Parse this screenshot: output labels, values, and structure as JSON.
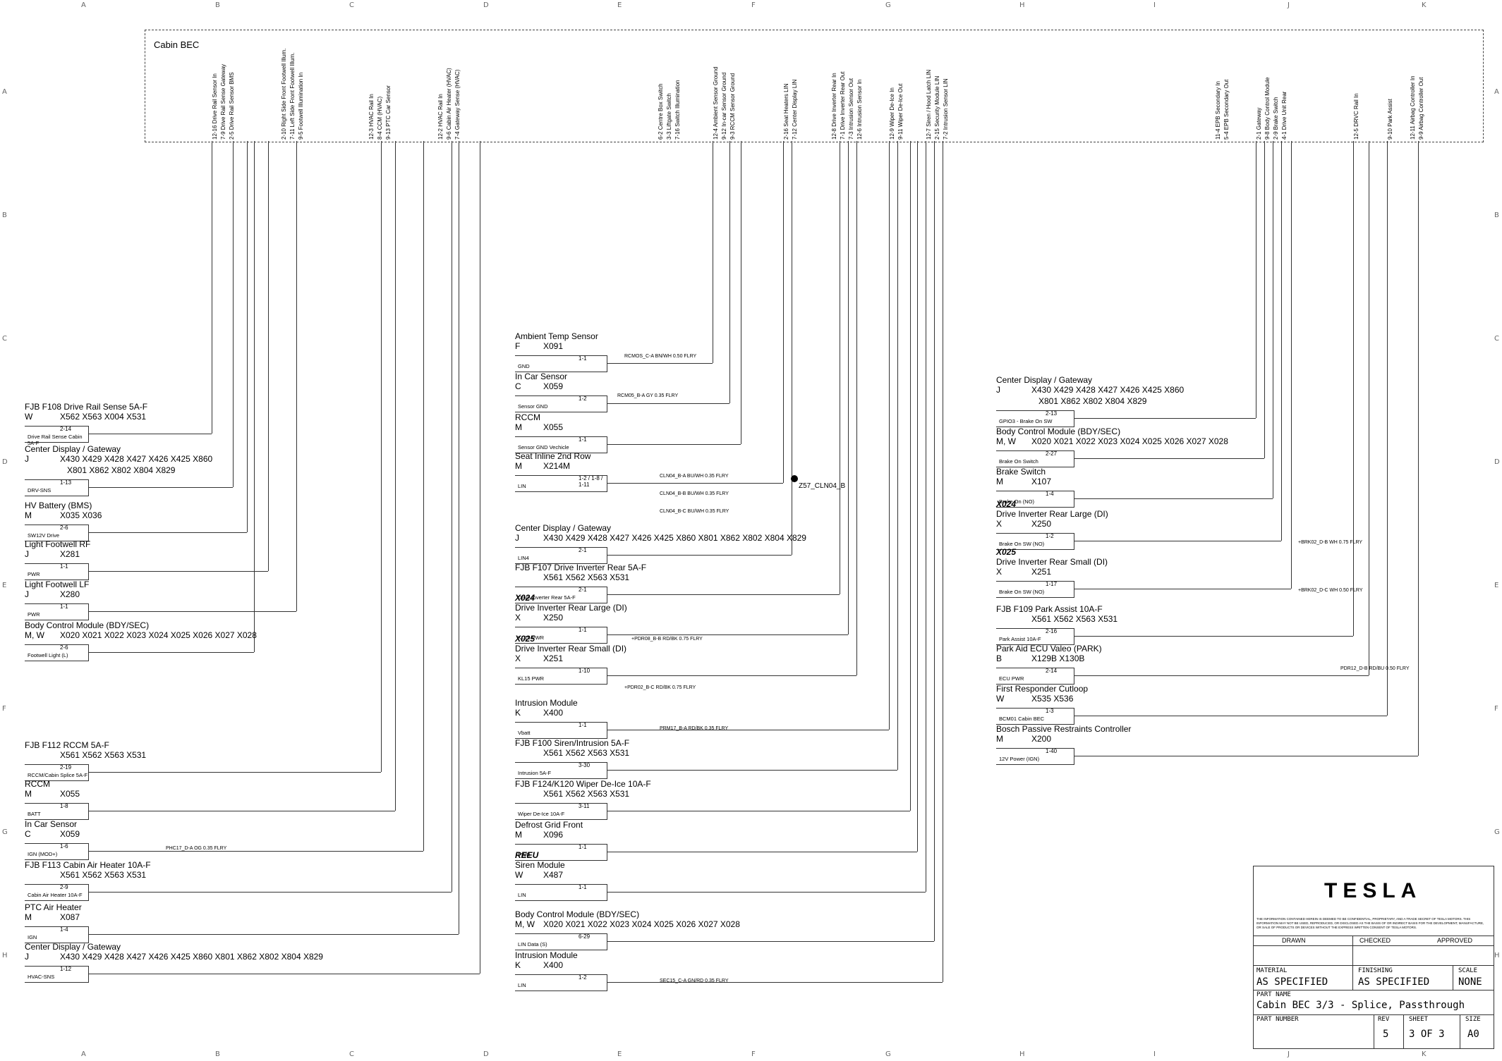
{
  "frame": {
    "columns": [
      "A",
      "B",
      "C",
      "D",
      "E",
      "F",
      "G",
      "H",
      "I",
      "J",
      "K"
    ],
    "rows": [
      "A",
      "B",
      "C",
      "D",
      "E",
      "F",
      "G",
      "H"
    ]
  },
  "cabin_bec": {
    "title": "Cabin BEC",
    "pin_labels": [
      "12-16 Drive Rail Sensor In",
      "7-9 Drive Rail Sense Gateway",
      "2-5 Drive Rail Sensor BMS",
      "2-10 Right Side Front Footwell Illum.",
      "7-11 Left Side Front Footwell Illum.",
      "9-5 Footwell Illumination In",
      "12-3 HVAC Rail In",
      "8-4 CCM (HVAC)",
      "9-13 PTC Car Sensor",
      "12-2 HVAC Rail In",
      "9-6 Cabin Air Heater (HVAC)",
      "7-4 Gateway Sense (HVAC)",
      "6-2 Centre Box Switch",
      "3-3 Liftgate Switch",
      "7-16 Switch Illumination",
      "12-4 Ambient Sensor Ground",
      "9-12 In-car Sensor Ground",
      "9-3 RCCM Sensor Ground",
      "2-16 Seat Heaters LIN",
      "7-12 Center Display LIN",
      "12-8 Drive Inverter Rear In",
      "7-1 Drive Inverter Rear Out",
      "7-3 Intrusion Sensor Out",
      "12-6 Intrusion Sensor In",
      "12-9 Wiper De-Ice In",
      "9-11 Wiper De-Ice Out",
      "12-7 Siren / Hood Latch LIN",
      "2-15 Security Module LIN",
      "7-2 Intrusion Sensor LIN",
      "11-4 EPB Secondary In",
      "5-4 EPB Secondary Out",
      "2-1 Gateway",
      "9-8 Body Control Module",
      "2-9 Brake Switch",
      "4-1 Drive Unit Rear",
      "12-5 DRVC Rail In",
      "9-10 Park Assist",
      "12-11 Airbag Controller In",
      "9-9 Airbag Controller Out"
    ]
  },
  "left_column": [
    {
      "name": "FJB F108 Drive Rail Sense 5A-F",
      "code": "W",
      "pins": "X562   X563   X004   X531",
      "pin": "2-14",
      "pin_label": "Drive Rail Sense Cabin 5A-F"
    },
    {
      "name": "Center Display / Gateway",
      "code": "J",
      "pins": "X430   X429   X428   X427   X426   X425   X860",
      "pins2": "X801   X862   X802   X804   X829",
      "pin": "1-13",
      "pin_label": "DRV-SNS"
    },
    {
      "name": "HV Battery (BMS)",
      "code": "M",
      "pins": "X035   X036",
      "pin": "2-6",
      "pin_label": "SW12V Drive"
    },
    {
      "name": "Light Footwell RF",
      "code": "J",
      "pins": "X281",
      "pin": "1-1",
      "pin_label": "PWR"
    },
    {
      "name": "Light Footwell LF",
      "code": "J",
      "pins": "X280",
      "pin": "1-1",
      "pin_label": "PWR"
    },
    {
      "name": "Body Control Module (BDY/SEC)",
      "code": "M, W",
      "pins": "X020   X021   X022   X023   X024   X025   X026   X027   X028",
      "pin": "2-6",
      "pin_label": "Footwell Light (L)"
    },
    {
      "name": "FJB F112 RCCM 5A-F",
      "code": "",
      "pins": "X561   X562   X563          X531",
      "pin": "2-19",
      "pin_label": "RCCM/Cabin Splice 5A-F"
    },
    {
      "name": "RCCM",
      "code": "M",
      "pins": "X055",
      "pin": "1-8",
      "pin_label": "BATT"
    },
    {
      "name": "In Car Sensor",
      "code": "C",
      "pins": "X059",
      "pin": "1-6",
      "pin_label": "IGN (MOD+)"
    },
    {
      "name": "FJB F113 Cabin Air Heater 10A-F",
      "code": "",
      "pins": "X561   X562   X563          X531",
      "pin": "2-9",
      "pin_label": "Cabin Air Heater 10A-F"
    },
    {
      "name": "PTC Air Heater",
      "code": "M",
      "pins": "X087",
      "pin": "1-4",
      "pin_label": "IGN"
    },
    {
      "name": "Center Display / Gateway",
      "code": "J",
      "pins": "X430   X429   X428   X427   X426   X425   X860   X801   X862   X802   X804   X829",
      "pin": "1-12",
      "pin_label": "HVAC-SNS"
    }
  ],
  "middle_column": [
    {
      "name": "Ambient Temp Sensor",
      "code": "F",
      "pins": "X091",
      "pin": "1-1",
      "pin_label": "GND",
      "bold": false
    },
    {
      "name": "In Car Sensor",
      "code": "C",
      "pins": "X059",
      "pin": "1-2",
      "pin_label": "Sensor GND",
      "bold": false
    },
    {
      "name": "RCCM",
      "code": "M",
      "pins": "X055",
      "pin": "1-1",
      "pin_label": "Sensor GND Vechicle",
      "bold": false
    },
    {
      "name": "Seat Inline 2nd Row",
      "code": "M",
      "pins": "X214M",
      "pin": "1-2 / 1-8 / 1-11",
      "pin_label": "LIN",
      "bold": false
    },
    {
      "name": "Center Display / Gateway",
      "code": "J",
      "pins": "X430   X429   X428   X427   X426   X425   X860   X801   X862   X802   X804   X829",
      "pin": "2-1",
      "pin_label": "LIN4",
      "bold": false
    },
    {
      "name": "FJB F107 Drive Inverter Rear 5A-F",
      "code": "",
      "pins": "X561   X562   X563          X531",
      "pin": "2-1",
      "pin_label": "Drive Inverter Rear 5A-F",
      "bold": false
    },
    {
      "tag": "X024",
      "name": "Drive Inverter Rear Large (DI)",
      "code": "X",
      "pins": "X250",
      "pin": "1-1",
      "pin_label": "KL15 PWR",
      "bold": true
    },
    {
      "tag": "X025",
      "name": "Drive Inverter Rear Small (DI)",
      "code": "X",
      "pins": "X251",
      "pin": "1-10",
      "pin_label": "KL15 PWR",
      "bold": true
    },
    {
      "name": "Intrusion Module",
      "code": "K",
      "pins": "X400",
      "pin": "1-1",
      "pin_label": "Vbatt",
      "bold": false
    },
    {
      "name": "FJB F100 Siren/Intrusion 5A-F",
      "code": "",
      "pins": "X561   X562   X563          X531",
      "pin": "3-30",
      "pin_label": "Intrusion 5A-F",
      "bold": false
    },
    {
      "name": "FJB F124/K120 Wiper De-Ice 10A-F",
      "code": "",
      "pins": "X561   X562   X563          X531",
      "pin": "3-11",
      "pin_label": "Wiper De-Ice 10A-F",
      "bold": false
    },
    {
      "name": "Defrost Grid Front",
      "code": "M",
      "pins": "X096",
      "pin": "1-1",
      "pin_label": "PWR",
      "bold": false
    },
    {
      "tag": "REEU",
      "name": "Siren Module",
      "code": "W",
      "pins": "X487",
      "pin": "1-1",
      "pin_label": "LIN",
      "bold": true
    },
    {
      "name": "Body Control Module (BDY/SEC)",
      "code": "M, W",
      "pins": "X020   X021   X022   X023   X024   X025   X026   X027   X028",
      "pin": "6-29",
      "pin_label": "LIN Data (S)",
      "bold": false
    },
    {
      "name": "Intrusion Module",
      "code": "K",
      "pins": "X400",
      "pin": "1-2",
      "pin_label": "LIN",
      "bold": false
    }
  ],
  "right_column": [
    {
      "name": "Center Display / Gateway",
      "code": "J",
      "pins": "X430   X429   X428   X427   X426   X425   X860",
      "pins2": "X801   X862   X802   X804   X829",
      "pin": "2-13",
      "pin_label": "GPIO3 - Brake On SW"
    },
    {
      "name": "Body Control Module (BDY/SEC)",
      "code": "M, W",
      "pins": "X020   X021   X022   X023   X024   X025   X026   X027   X028",
      "pin": "2-27",
      "pin_label": "Brake On Switch"
    },
    {
      "name": "Brake Switch",
      "code": "M",
      "pins": "X107",
      "pin": "1-4",
      "pin_label": "Brake On (NO)"
    },
    {
      "tag": "X024",
      "name": "Drive Inverter Rear Large (DI)",
      "code": "X",
      "pins": "X250",
      "pin": "1-2",
      "pin_label": "Brake On SW (NO)"
    },
    {
      "tag": "X025",
      "name": "Drive Inverter Rear Small (DI)",
      "code": "X",
      "pins": "X251",
      "pin": "1-17",
      "pin_label": "Brake On SW (NO)"
    },
    {
      "name": "FJB F109 Park Assist 10A-F",
      "code": "",
      "pins": "X561   X562   X563          X531",
      "pin": "2-16",
      "pin_label": "Park Assist 10A-F"
    },
    {
      "name": "Park Aid ECU Valeo (PARK)",
      "code": "B",
      "pins": "X129B  X130B",
      "pin": "2-14",
      "pin_label": "ECU PWR"
    },
    {
      "name": "First Responder Cutloop",
      "code": "W",
      "pins": "X535   X536",
      "pin": "1-3",
      "pin_label": "BCM01 Cabin BEC"
    },
    {
      "name": "Bosch Passive Restraints Controller",
      "code": "M",
      "pins": "X200",
      "pin": "1-40",
      "pin_label": "12V Power (IGN)"
    }
  ],
  "wire_labels": [
    "RCMOS_C-A  BN/WH  0.50  FLRY",
    "RCM05_B-A  GY  0.35  FLRY",
    "CLN04_B-A  BU/WH  0.35  FLRY",
    "CLN04_B-B  BU/WH  0.35  FLRY",
    "CLN04_B-C  BU/WH  0.35  FLRY",
    "+PDR08_B-B  RD/BK  0.75  FLRY",
    "+PDR02_B-C  RD/BK  0.75  FLRY",
    "PRM17_B-A  RD/BK  0.35  FLRY",
    "SEC15_C-A  GN/RD  0.35  FLRY",
    "PHC17_D-A  OG  0.35  FLRY",
    "+BRK02_D-B  WH  0.75  FLRY",
    "+BRK02_D-C  WH  0.50  FLRY",
    "PDR12_D-B  RD/BU  0.50  FLRY"
  ],
  "splice": "Z57_CLN04_B",
  "title_block": {
    "logo": "TESLA",
    "disclaimer": "THE INFORMATION CONTAINED HEREIN IS DEEMED TO BE CONFIDENTIAL, PROPRIETARY, AND A TRADE SECRET OF TESLA MOTORS. THIS INFORMATION MAY NOT BE USED, REPRODUCED, OR DISCLOSED AS THE BASIS OF OR INDIRECT BASIS FOR THE DEVELOPMENT, MANUFACTURE, OR SALE OF PRODUCTS OR DEVICES WITHOUT THE EXPRESS WRITTEN CONSENT OF TESLA MOTORS.",
    "drawn": "DRAWN",
    "checked": "CHECKED",
    "approved": "APPROVED",
    "material_label": "MATERIAL",
    "material": "AS SPECIFIED",
    "finishing_label": "FINISHING",
    "finishing": "AS SPECIFIED",
    "scale_label": "SCALE",
    "scale": "NONE",
    "part_name_label": "PART NAME",
    "part_name": "Cabin BEC 3/3 - Splice, Passthrough",
    "part_number_label": "PART NUMBER",
    "rev_label": "REV",
    "rev": "5",
    "sheet_label": "SHEET",
    "sheet": "3 OF 3",
    "size_label": "SIZE",
    "size": "A0"
  }
}
